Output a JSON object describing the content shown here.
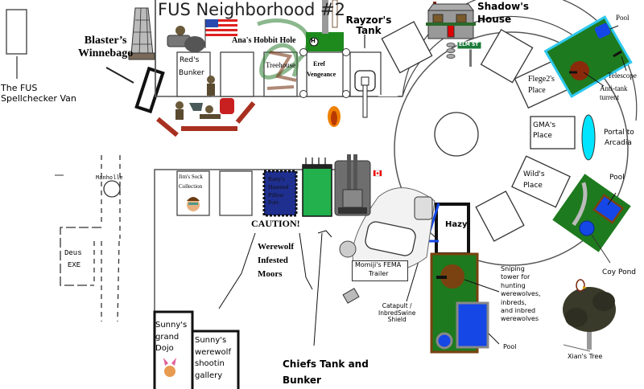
{
  "title": "FUS Neighborhood #2",
  "colors": {
    "lawn": "#1e7a1e",
    "pool": "#1447e6",
    "pool_border": "#2ec8f0",
    "turret": "#8b2a0a",
    "portal": "#00e5ff",
    "dirt": "#7a4210",
    "chiefs_bunker": "#22b14c",
    "pillow_fort": "#1f2f8f",
    "helipad": "#1e8a1e"
  },
  "labels": {
    "spellchecker_van": "The FUS\nSpellchecker Van",
    "blaster": "Blaster’s\nWinnebago",
    "reds_bunker_line1": "Red's",
    "reds_bunker_line2": "Bunker",
    "anas_hobbit_hole": "Ana's Hobbit Hole",
    "treehouse": "Treehouse",
    "eref_line1": "Eref",
    "eref_line2": "Vengeance",
    "helipad": "H",
    "rayzor_line1": "Rayzor's",
    "rayzor_line2": "Tank",
    "shadow_line1": "Shadow's",
    "shadow_line2": "House",
    "elm_st": "ELM ST",
    "pool_top": "Pool",
    "telescope": "Telescope",
    "anti_tank_line1": "Anti-tank",
    "anti_tank_line2": "turrent",
    "flege_line1": "Flege2's",
    "flege_line2": "Place",
    "gma_line1": "GMA's",
    "gma_line2": "Place",
    "portal_line1": "Portal to",
    "portal_line2": "Arcadia",
    "wild_line1": "Wild's",
    "wild_line2": "Place",
    "pool_wild": "Pool",
    "coy_pond": "Coy Pond",
    "hazy": "Hazy",
    "sniping_tower": "Sniping\ntower for\nhunting\nwerewolves,\ninbreds,\nand inbred\nwerewolves",
    "pool_bottom": "Pool",
    "xians_tree": "Xian's Tree",
    "momiji_line1": "Momiji's FEMA",
    "momiji_line2": "Trailer",
    "catapult": "Catapult /\nInbredSwine\nShield",
    "manhole": "Manholle",
    "deus_line1": "Deus",
    "deus_line2": "EXE",
    "jims_line1": "Jim's Sock",
    "jims_line2": "Collection",
    "ratty": "Ratty's\nHaunted\nPillow\nFort",
    "caution": "CAUTION!",
    "moors": "Werewolf\nInfested\nMoors",
    "sunny_dojo": "Sunny's\ngrand\nDojo",
    "sunny_gallery": "Sunny's\nwerewolf\nshootin\ngallery",
    "chiefs": "Chiefs Tank and\nBunker"
  }
}
